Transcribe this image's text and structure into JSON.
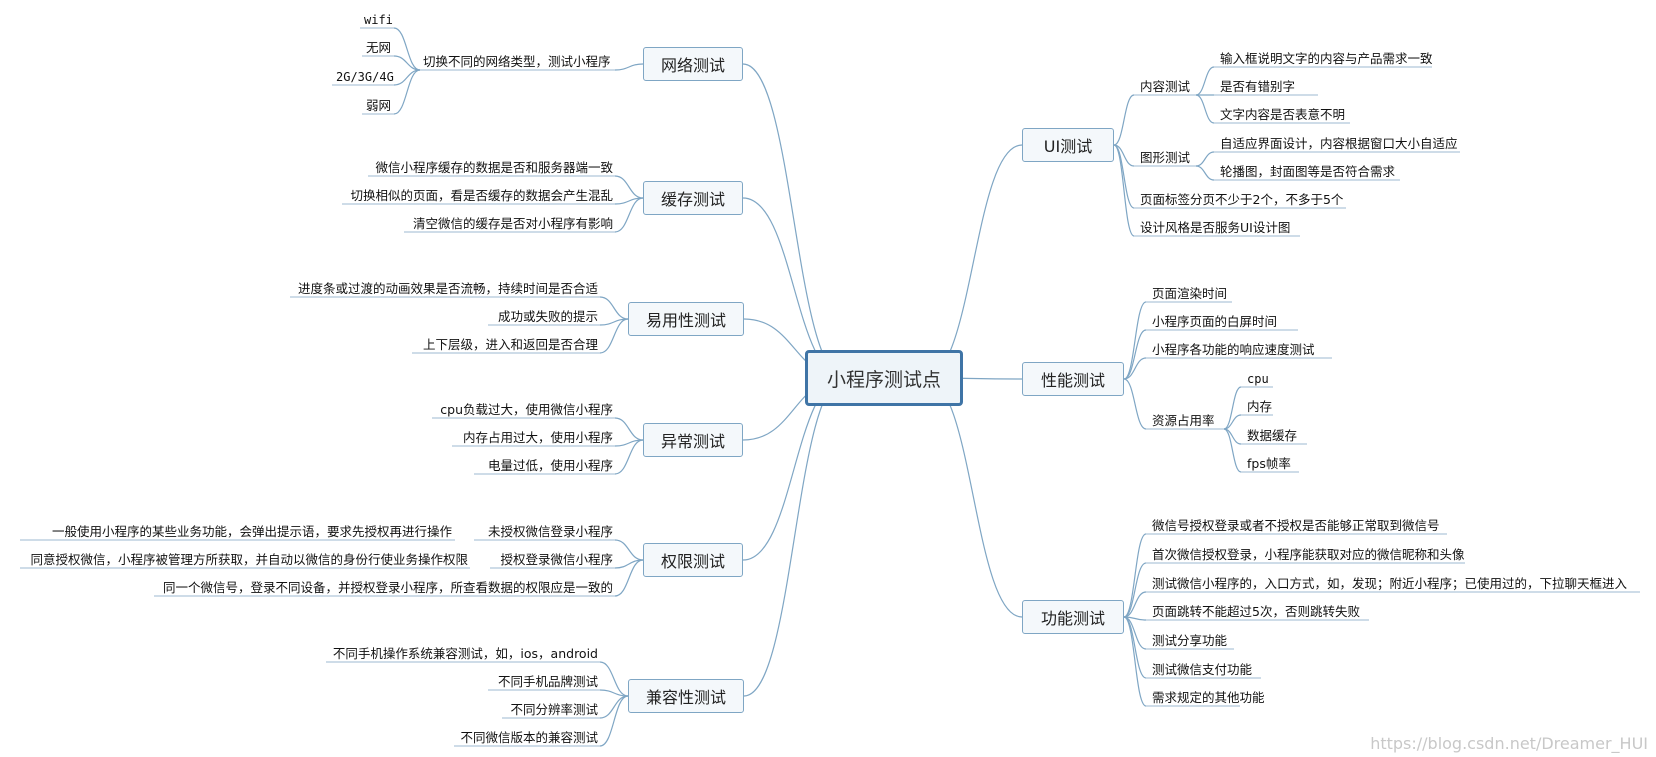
{
  "root": "小程序测试点",
  "left": [
    {
      "title": "网络测试",
      "middle": "切换不同的网络类型，测试小程序",
      "leaves": [
        "wifi",
        "无网",
        "2G/3G/4G",
        "弱网"
      ]
    },
    {
      "title": "缓存测试",
      "leaves": [
        "微信小程序缓存的数据是否和服务器端一致",
        "切换相似的页面，看是否缓存的数据会产生混乱",
        "清空微信的缓存是否对小程序有影响"
      ]
    },
    {
      "title": "易用性测试",
      "leaves": [
        "进度条或过渡的动画效果是否流畅，持续时间是否合适",
        "成功或失败的提示",
        "上下层级，进入和返回是否合理"
      ]
    },
    {
      "title": "异常测试",
      "leaves": [
        "cpu负载过大，使用微信小程序",
        "内存占用过大，使用小程序",
        "电量过低，使用小程序"
      ]
    },
    {
      "title": "权限测试",
      "items": [
        {
          "label": "未授权微信登录小程序",
          "detail": "一般使用小程序的某些业务功能，会弹出提示语，要求先授权再进行操作"
        },
        {
          "label": "授权登录微信小程序",
          "detail": "同意授权微信，小程序被管理方所获取，并自动以微信的身份行使业务操作权限"
        },
        {
          "label": "同一个微信号，登录不同设备，并授权登录小程序，所查看数据的权限应是一致的"
        }
      ]
    },
    {
      "title": "兼容性测试",
      "leaves": [
        "不同手机操作系统兼容测试，如，ios，android",
        "不同手机品牌测试",
        "不同分辨率测试",
        "不同微信版本的兼容测试"
      ]
    }
  ],
  "right": [
    {
      "title": "UI测试",
      "groups": [
        {
          "label": "内容测试",
          "leaves": [
            "输入框说明文字的内容与产品需求一致",
            "是否有错别字",
            "文字内容是否表意不明"
          ]
        },
        {
          "label": "图形测试",
          "leaves": [
            "自适应界面设计，内容根据窗口大小自适应",
            "轮播图，封面图等是否符合需求"
          ]
        },
        {
          "label": "页面标签分页不少于2个，不多于5个"
        },
        {
          "label": "设计风格是否服务UI设计图"
        }
      ]
    },
    {
      "title": "性能测试",
      "groups": [
        {
          "label": "页面渲染时间"
        },
        {
          "label": "小程序页面的白屏时间"
        },
        {
          "label": "小程序各功能的响应速度测试"
        },
        {
          "label": "资源占用率",
          "leaves": [
            "cpu",
            "内存",
            "数据缓存",
            "fps帧率"
          ]
        }
      ]
    },
    {
      "title": "功能测试",
      "leaves": [
        "微信号授权登录或者不授权是否能够正常取到微信号",
        "首次微信授权登录，小程序能获取对应的微信昵称和头像",
        "测试微信小程序的，入口方式，如，发现；附近小程序；已使用过的，下拉聊天框进入",
        "页面跳转不能超过5次，否则跳转失败",
        "测试分享功能",
        "测试微信支付功能",
        "需求规定的其他功能"
      ]
    }
  ],
  "watermark": "https://blog.csdn.net/Dreamer_HUI",
  "colors": {
    "edge": "#7fa6c4",
    "root_border": "#3f74a6",
    "node_fill": "#f4f8fb"
  }
}
